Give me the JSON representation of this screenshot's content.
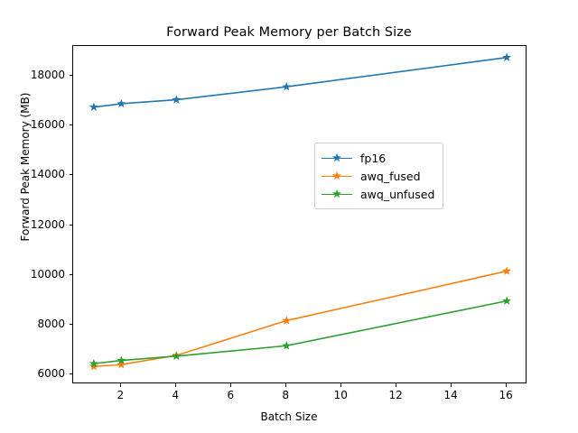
{
  "chart_data": {
    "type": "line",
    "title": "Forward Peak Memory per Batch Size",
    "xlabel": "Batch Size",
    "ylabel": "Forward Peak Memory (MB)",
    "x": [
      1,
      2,
      4,
      8,
      16
    ],
    "xlim": [
      0.25,
      16.75
    ],
    "ylim": [
      5600,
      19200
    ],
    "xticks": [
      2,
      4,
      6,
      8,
      10,
      12,
      14,
      16
    ],
    "xtick_labels": [
      "2",
      "4",
      "6",
      "8",
      "10",
      "12",
      "14",
      "16"
    ],
    "yticks": [
      6000,
      8000,
      10000,
      12000,
      14000,
      16000,
      18000
    ],
    "ytick_labels": [
      "6000",
      "8000",
      "10000",
      "12000",
      "14000",
      "16000",
      "18000"
    ],
    "grid": false,
    "legend_position": "center right",
    "marker": "star",
    "series": [
      {
        "name": "fp16",
        "color": "#1f77b4",
        "values": [
          16740,
          16880,
          17040,
          17560,
          18740
        ]
      },
      {
        "name": "awq_fused",
        "color": "#ff7f0e",
        "values": [
          6320,
          6390,
          6760,
          8160,
          10150
        ]
      },
      {
        "name": "awq_unfused",
        "color": "#2ca02c",
        "values": [
          6430,
          6560,
          6730,
          7150,
          8950
        ]
      }
    ]
  },
  "legend": {
    "items": [
      {
        "label": "fp16"
      },
      {
        "label": "awq_fused"
      },
      {
        "label": "awq_unfused"
      }
    ]
  }
}
